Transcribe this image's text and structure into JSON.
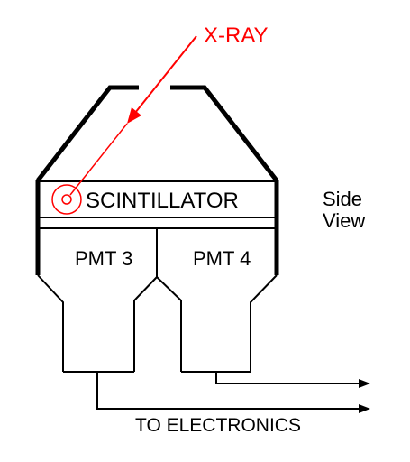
{
  "labels": {
    "xray": "X-RAY",
    "scintillator": "SCINTILLATOR",
    "pmt3": "PMT 3",
    "pmt4": "PMT 4",
    "side_view_line1": "Side",
    "side_view_line2": "View",
    "to_electronics": "TO ELECTRONICS"
  },
  "colors": {
    "ink": "#000000",
    "xray": "#ff0000",
    "background": "#ffffff"
  }
}
